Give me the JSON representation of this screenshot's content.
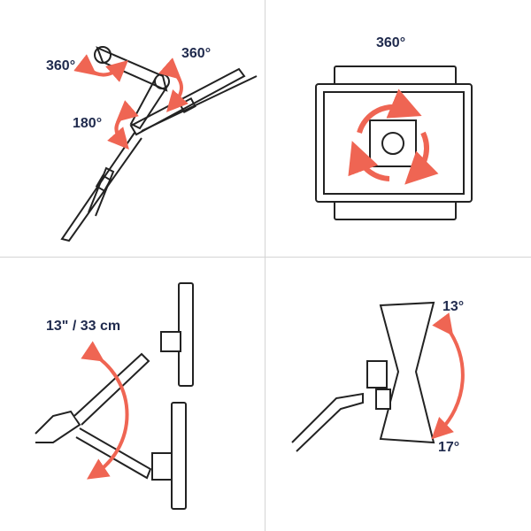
{
  "colors": {
    "text": "#1f2a4d",
    "arrow": "#ef6553",
    "line": "#222222",
    "divider": "#d4d4d4"
  },
  "panels": [
    {
      "name": "arm-articulation",
      "labels": [
        "360°",
        "360°",
        "180°"
      ]
    },
    {
      "name": "monitor-rotation",
      "labels": [
        "360°"
      ]
    },
    {
      "name": "height-adjustment",
      "labels": [
        "13\" / 33 cm"
      ]
    },
    {
      "name": "tilt",
      "labels": [
        "13°",
        "17°"
      ]
    }
  ]
}
